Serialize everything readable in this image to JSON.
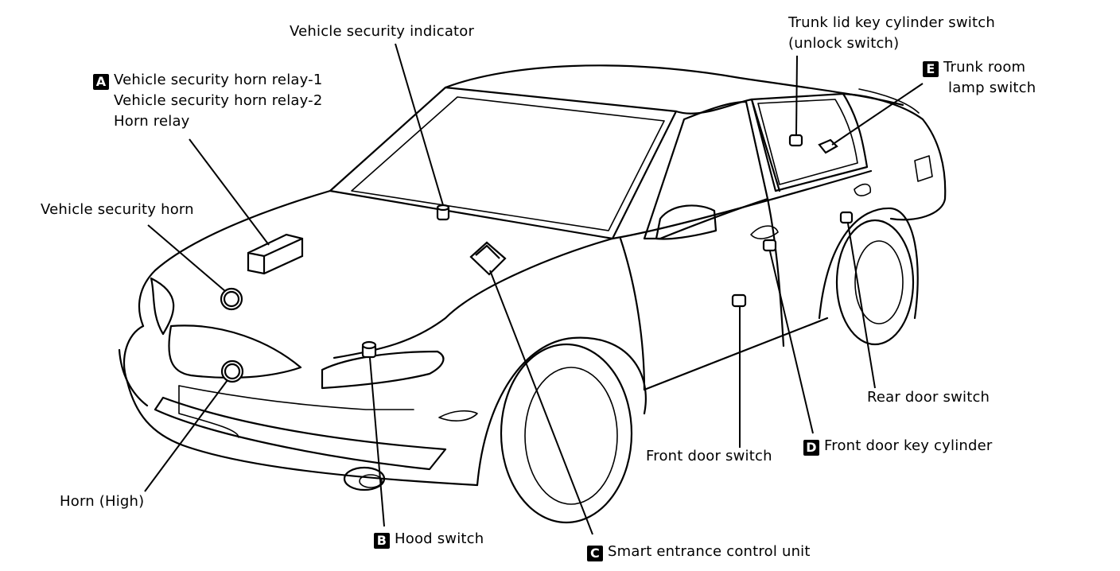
{
  "labels": {
    "vehicle_security_indicator": "Vehicle security indicator",
    "horn_relays": {
      "key": "A",
      "lines": [
        "Vehicle security horn relay-1",
        "Vehicle security horn relay-2",
        "Horn relay"
      ]
    },
    "vehicle_security_horn": "Vehicle security horn",
    "horn_high": "Horn (High)",
    "hood_switch": {
      "key": "B",
      "text": "Hood switch"
    },
    "smart_entrance_control_unit": {
      "key": "C",
      "text": "Smart entrance control unit"
    },
    "front_door_switch": "Front door switch",
    "front_door_key_cylinder": {
      "key": "D",
      "text": "Front door key cylinder"
    },
    "rear_door_switch": "Rear door switch",
    "trunk_lid_key_cylinder_switch": [
      "Trunk lid key cylinder switch",
      "(unlock switch)"
    ],
    "trunk_room_lamp_switch": {
      "key": "E",
      "lines": [
        "Trunk room",
        "lamp switch"
      ]
    }
  }
}
